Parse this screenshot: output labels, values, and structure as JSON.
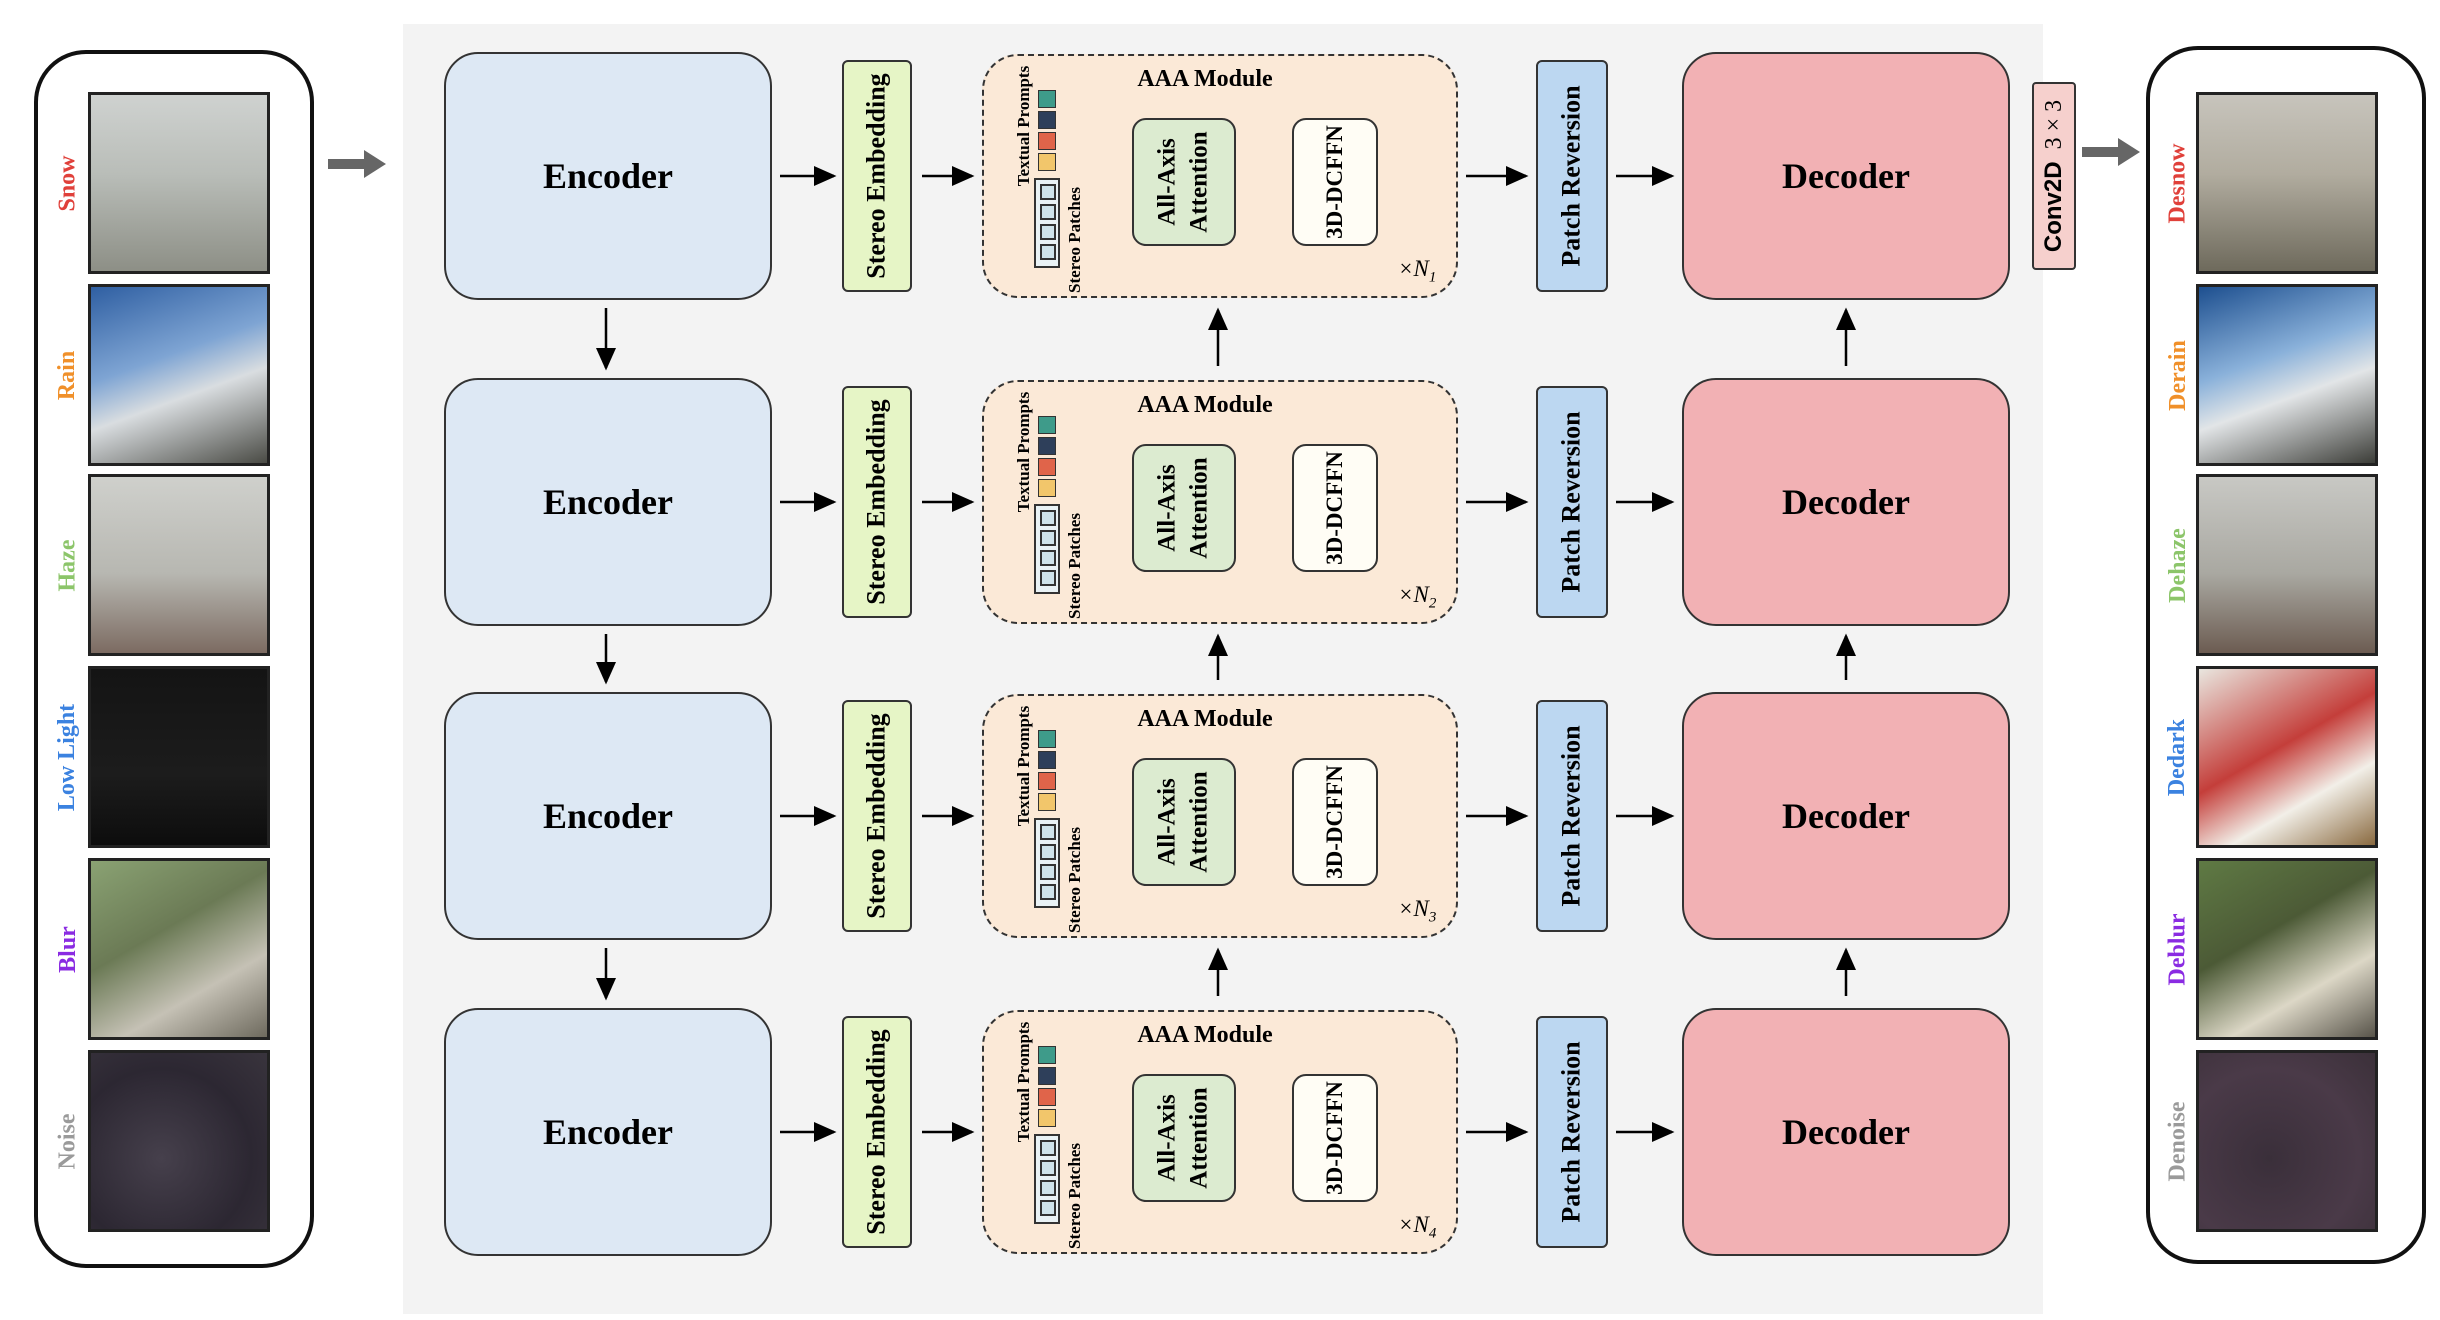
{
  "inputs": [
    {
      "label": "Snow",
      "color": "#e0403a"
    },
    {
      "label": "Rain",
      "color": "#f0902a"
    },
    {
      "label": "Haze",
      "color": "#8cc56a"
    },
    {
      "label": "Low Light",
      "color": "#3b82e0"
    },
    {
      "label": "Blur",
      "color": "#8a2be2"
    },
    {
      "label": "Noise",
      "color": "#9a9a9a"
    }
  ],
  "outputs": [
    {
      "label": "Desnow",
      "color": "#e0403a"
    },
    {
      "label": "Derain",
      "color": "#f0902a"
    },
    {
      "label": "Dehaze",
      "color": "#8cc56a"
    },
    {
      "label": "Dedark",
      "color": "#3b82e0"
    },
    {
      "label": "Deblur",
      "color": "#8a2be2"
    },
    {
      "label": "Denoise",
      "color": "#9a9a9a"
    }
  ],
  "stages": [
    {
      "encoder": "Encoder",
      "stereo": "Stereo Embedding",
      "module": "AAA Module",
      "textual": "Textual Prompts",
      "patches": "Stereo Patches",
      "attention_line1": "All-Axis",
      "attention_line2": "Attention",
      "ffn": "3D-DCFFN",
      "repeat": "N",
      "sub": "1",
      "reversion": "Patch Reversion",
      "decoder": "Decoder"
    },
    {
      "encoder": "Encoder",
      "stereo": "Stereo Embedding",
      "module": "AAA Module",
      "textual": "Textual Prompts",
      "patches": "Stereo Patches",
      "attention_line1": "All-Axis",
      "attention_line2": "Attention",
      "ffn": "3D-DCFFN",
      "repeat": "N",
      "sub": "2",
      "reversion": "Patch Reversion",
      "decoder": "Decoder"
    },
    {
      "encoder": "Encoder",
      "stereo": "Stereo Embedding",
      "module": "AAA Module",
      "textual": "Textual Prompts",
      "patches": "Stereo Patches",
      "attention_line1": "All-Axis",
      "attention_line2": "Attention",
      "ffn": "3D-DCFFN",
      "repeat": "N",
      "sub": "3",
      "reversion": "Patch Reversion",
      "decoder": "Decoder"
    },
    {
      "encoder": "Encoder",
      "stereo": "Stereo Embedding",
      "module": "AAA Module",
      "textual": "Textual Prompts",
      "patches": "Stereo Patches",
      "attention_line1": "All-Axis",
      "attention_line2": "Attention",
      "ffn": "3D-DCFFN",
      "repeat": "N",
      "sub": "4",
      "reversion": "Patch Reversion",
      "decoder": "Decoder"
    }
  ],
  "prompt_colors": [
    "#3e9b8a",
    "#2e3f5a",
    "#e0644a",
    "#f2c66b"
  ],
  "repeat_prefix": "×",
  "conv": {
    "name": "Conv2D",
    "kernel": "3 × 3"
  }
}
